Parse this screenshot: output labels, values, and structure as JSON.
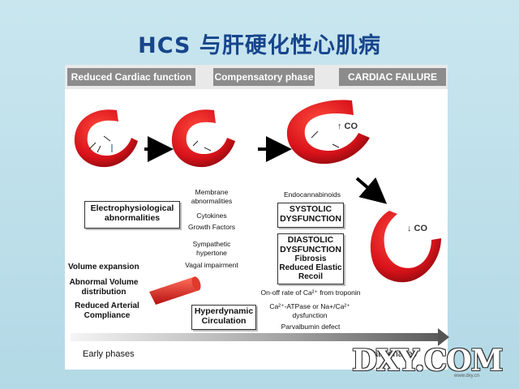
{
  "title": "HCS 与肝硬化性心肌病",
  "headers": {
    "reduced": "Reduced Cardiac function",
    "compensatory": "Compensatory phase",
    "failure": "CARDIAC FAILURE"
  },
  "co_labels": {
    "up": "↑ CO",
    "down": "↓ CO"
  },
  "boxes": {
    "electro": "Electrophysiological abnormalities",
    "systolic": "SYSTOLIC DYSFUNCTION",
    "diastolic_title": "DIASTOLIC DYSFUNCTION",
    "diastolic_items": [
      "Fibrosis",
      "Reduced Elastic Recoil"
    ],
    "hyperdynamic": "Hyperdynamic Circulation"
  },
  "compensatory_items": [
    "Membrane abnormalities",
    "Cytokines",
    "Growth Factors",
    "Sympathetic hypertone",
    "Vagal impairment"
  ],
  "mechanisms": [
    "Endocannabinoids",
    "On-off rate of Ca²⁺ from troponin",
    "Ca²⁺-ATPase or Na+/Ca²⁺ dysfunction",
    "Parvalbumin defect"
  ],
  "left_items": [
    "Volume expansion",
    "Abnormal Volume distribution",
    "Reduced Arterial Compliance"
  ],
  "phases": {
    "early": "Early phases",
    "late": "Late phases"
  },
  "watermark": {
    "logo": "DXY.COM",
    "url": "www.dxy.cn"
  },
  "colors": {
    "title": "#17458c",
    "heart": "#d8121a",
    "header": "#8c8c8c"
  }
}
